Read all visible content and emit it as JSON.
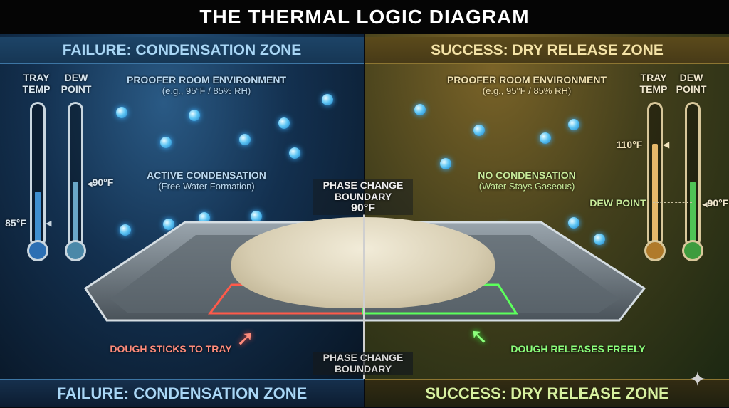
{
  "title": "THE THERMAL LOGIC DIAGRAM",
  "left": {
    "header": "FAILURE: CONDENSATION ZONE",
    "environment": "PROOFER ROOM ENVIRONMENT",
    "environment_detail": "(e.g., 95°F / 85% RH)",
    "state": "ACTIVE CONDENSATION",
    "state_detail": "(Free Water Formation)",
    "tray_temp_label": "TRAY TEMP",
    "dew_point_label": "DEW POINT",
    "tray_temp_value": "85°F",
    "dew_point_value": "90°F",
    "callout": "DOUGH STICKS TO TRAY",
    "footer": "FAILURE: CONDENSATION ZONE"
  },
  "right": {
    "header": "SUCCESS: DRY RELEASE ZONE",
    "environment": "PROOFER ROOM ENVIRONMENT",
    "environment_detail": "(e.g., 95°F / 85% RH)",
    "state": "NO CONDENSATION",
    "state_detail": "(Water Stays Gaseous)",
    "tray_temp_label": "TRAY TEMP",
    "dew_point_label": "DEW POINT",
    "tray_temp_value": "110°F",
    "dew_point_value": "90°F",
    "dew_point_marker": "DEW POINT",
    "callout": "DOUGH RELEASES FREELY",
    "footer": "SUCCESS: DRY RELEASE ZONE"
  },
  "center": {
    "boundary_label": "PHASE CHANGE BOUNDARY",
    "boundary_value": "90°F",
    "boundary_bottom": "PHASE CHANGE BOUNDARY"
  },
  "colors": {
    "failure": "#a9d6f5",
    "success": "#f3e2a6",
    "stick": "#ff6b5a",
    "release": "#6cff6c"
  }
}
